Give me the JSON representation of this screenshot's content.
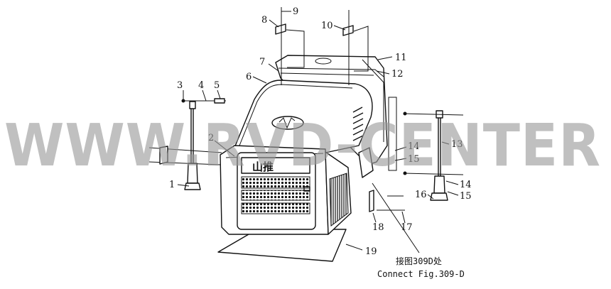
{
  "watermark": "WWW.RVD-CENTER",
  "callouts": [
    "1",
    "2",
    "3",
    "4",
    "5",
    "6",
    "7",
    "8",
    "9",
    "10",
    "11",
    "12",
    "13",
    "14",
    "15",
    "16",
    "17",
    "18",
    "19"
  ],
  "label_14b": "14",
  "label_15b": "15",
  "note": {
    "zh": "接图309D处",
    "en": "Connect Fig.309-D"
  },
  "panel_logo_text": "山推"
}
